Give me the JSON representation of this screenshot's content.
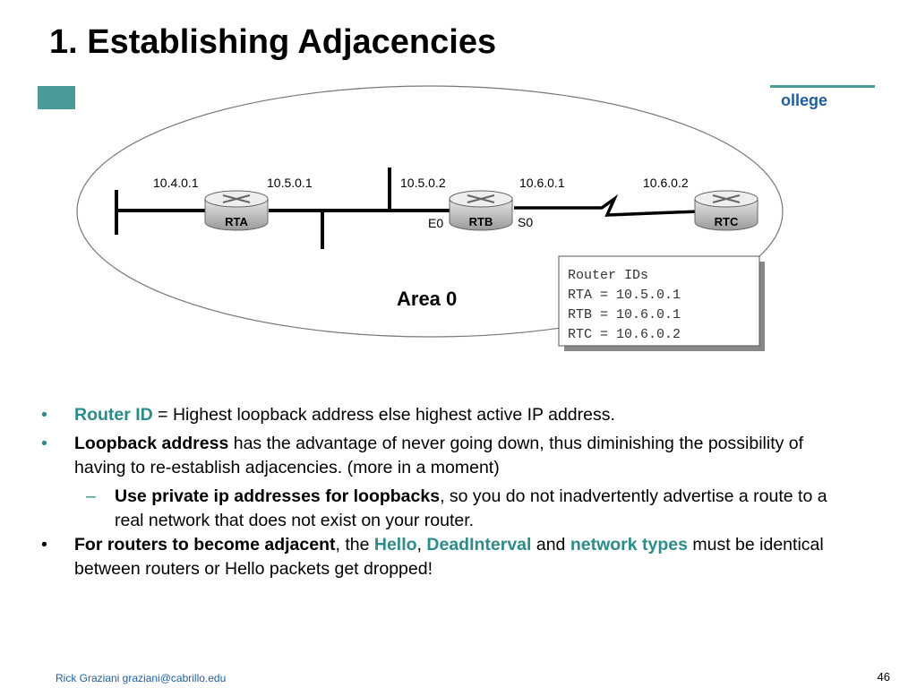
{
  "title": "1. Establishing Adjacencies",
  "logo_fragment": "ollege",
  "diagram": {
    "area_label": "Area 0",
    "routers": [
      {
        "name": "RTA"
      },
      {
        "name": "RTB"
      },
      {
        "name": "RTC"
      }
    ],
    "ip_labels": [
      "10.4.0.1",
      "10.5.0.1",
      "10.5.0.2",
      "10.6.0.1",
      "10.6.0.2"
    ],
    "interfaces": {
      "e0": "E0",
      "s0": "S0"
    },
    "router_ids_box": {
      "header": "Router IDs",
      "lines": [
        "RTA = 10.5.0.1",
        "RTB = 10.6.0.1",
        "RTC = 10.6.0.2"
      ]
    }
  },
  "bullets": {
    "b1_term": "Router ID",
    "b1_text": " = Highest loopback address else highest active IP address.",
    "b2_term": "Loopback address",
    "b2_text": " has the advantage of never going down, thus diminishing the possibility of having to re-establish adjacencies. (more in a moment)",
    "b3_term": "Use private ip addresses for loopbacks",
    "b3_text": ", so you do not inadvertently advertise a route to a real network that does not exist on your router.",
    "b4_term": "For routers to become adjacent",
    "b4_t1": ", the ",
    "b4_hello": "Hello",
    "b4_t2": ", ",
    "b4_dead": "DeadInterval",
    "b4_t3": " and ",
    "b4_net": "network types",
    "b4_t4": " must be identical between routers or Hello packets get dropped!",
    "bullet_char": "•",
    "dash_char": "–"
  },
  "footer": {
    "author": "Rick Graziani  graziani@cabrillo.edu",
    "page": "46"
  },
  "colors": {
    "accent": "#2b8c8a",
    "link": "#1f5fa0",
    "teal_bar": "#4a9a98"
  }
}
